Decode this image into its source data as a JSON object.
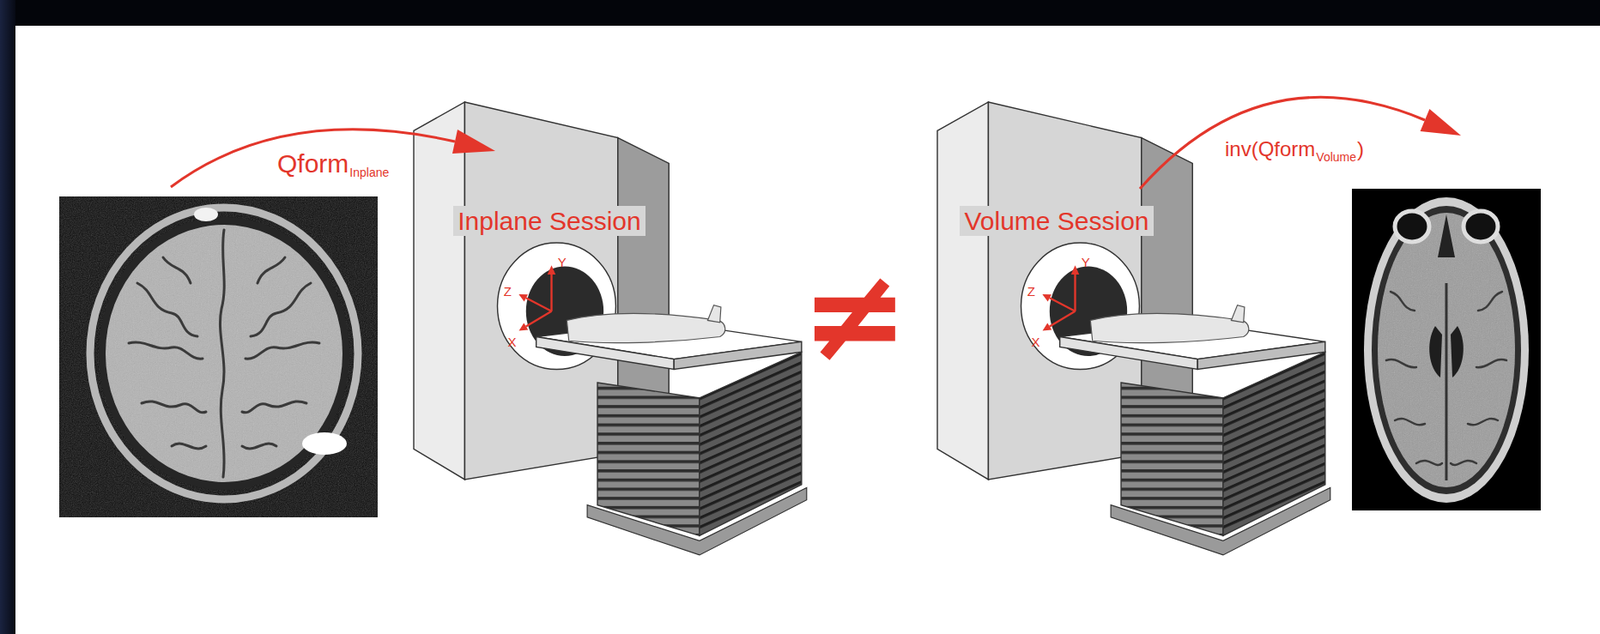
{
  "diagram": {
    "nodes": [
      {
        "text": [
          "Inplane Session"
        ]
      },
      {
        "text": [
          "Volume Session"
        ]
      }
    ],
    "labels": [
      "Qform",
      "Inplane",
      "Z",
      "Y",
      "X",
      "≠",
      "Z",
      "Y",
      "X",
      "inv(Qform",
      "Volume",
      ")"
    ]
  }
}
